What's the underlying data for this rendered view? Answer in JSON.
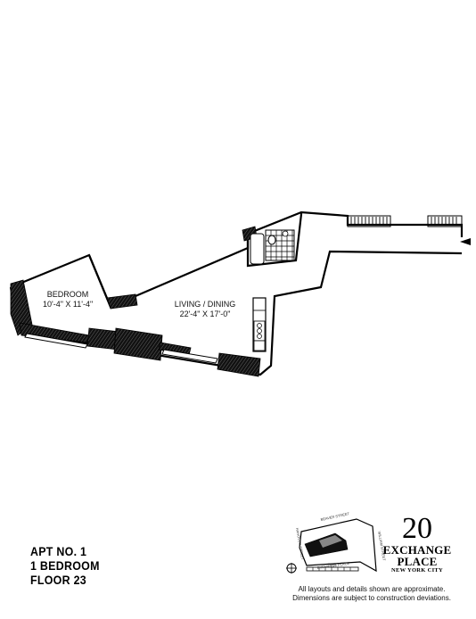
{
  "rooms": {
    "bedroom": {
      "name": "BEDROOM",
      "dimensions": "10'-4\" X 11'-4\""
    },
    "living": {
      "name": "LIVING / DINING",
      "dimensions": "22'-4\" X 17'-0\""
    }
  },
  "apartment": {
    "number": "APT NO. 1",
    "type": "1 BEDROOM",
    "floor": "FLOOR 23"
  },
  "brand": {
    "number": "20",
    "name_line1": "EXCHANGE",
    "name_line2": "PLACE",
    "city": "NEW YORK CITY"
  },
  "keyplan": {
    "streets": {
      "north": "BEAVER STREET",
      "south": "EXCHANGE PLACE",
      "east": "WILLIAM STREET",
      "west": "HANOVER STREET"
    },
    "scale_label": "FEET"
  },
  "disclaimer": {
    "line1": "All layouts and details shown are approximate.",
    "line2": "Dimensions are subject to construction deviations."
  }
}
